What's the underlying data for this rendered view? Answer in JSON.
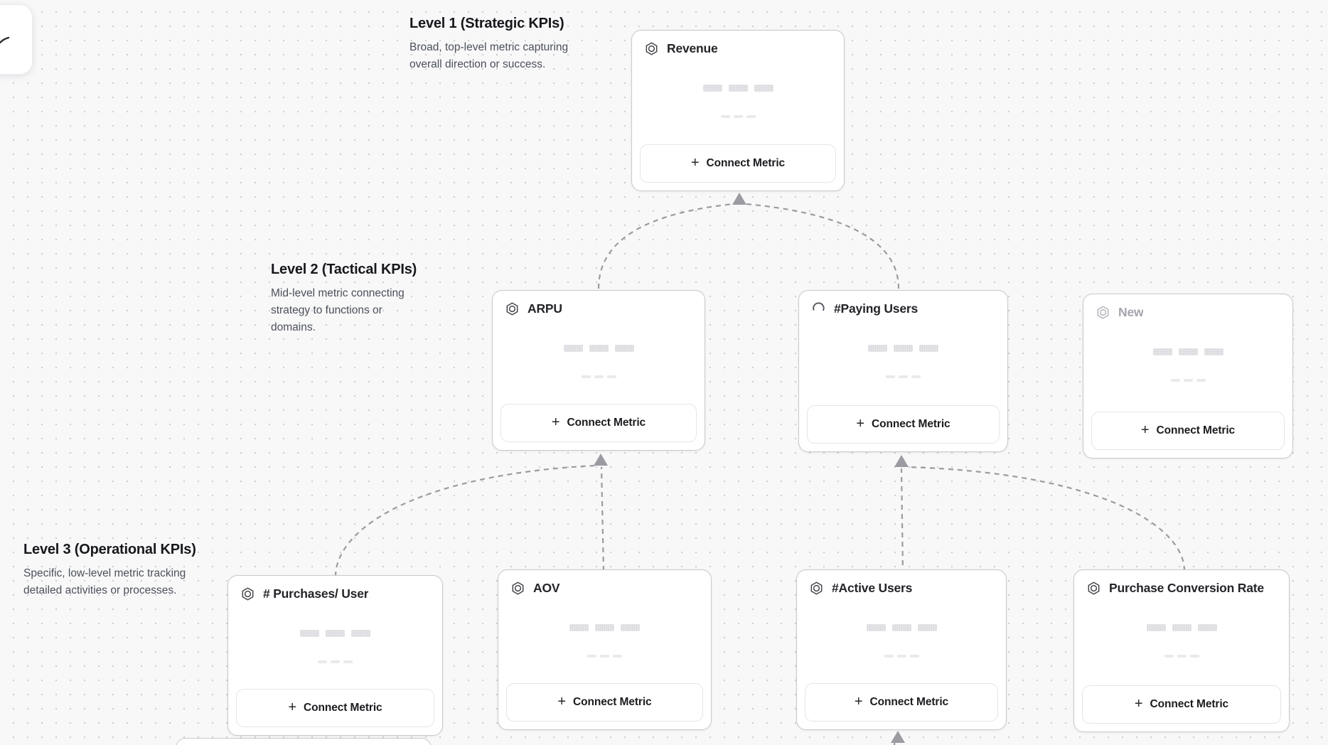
{
  "canvas": {
    "levels": [
      {
        "title": "Level 1 (Strategic KPIs)",
        "description": "Broad, top-level metric capturing overall direction or success."
      },
      {
        "title": "Level 2 (Tactical KPIs)",
        "description": "Mid-level metric connecting strategy to functions or domains."
      },
      {
        "title": "Level 3 (Operational KPIs)",
        "description": "Specific, low-level metric tracking detailed activities or processes."
      }
    ],
    "nodes": {
      "revenue": {
        "title": "Revenue",
        "icon": "metric-hexagon-icon"
      },
      "arpu": {
        "title": "ARPU",
        "icon": "metric-hexagon-icon"
      },
      "paying_users": {
        "title": "#Paying Users",
        "icon": "spinner-icon"
      },
      "new_metric": {
        "title": "New",
        "icon": "metric-hexagon-icon",
        "state": "placeholder"
      },
      "purchases_per_user": {
        "title": "# Purchases/ User",
        "icon": "metric-hexagon-icon"
      },
      "aov": {
        "title": "AOV",
        "icon": "metric-hexagon-icon"
      },
      "active_users": {
        "title": "#Active Users",
        "icon": "metric-hexagon-icon"
      },
      "purchase_conversion_rate": {
        "title": "Purchase Conversion Rate",
        "icon": "metric-hexagon-icon"
      }
    },
    "ui": {
      "connect_metric_label": "Connect Metric",
      "plus_glyph": "+"
    },
    "colors": {
      "background": "#f8f8f9",
      "grid_dot": "#cdcdd2",
      "card_border": "#c9c9ce",
      "connector": "#9b9ba1",
      "title_text": "#232428",
      "muted_title_text": "#a4a4ac"
    }
  }
}
